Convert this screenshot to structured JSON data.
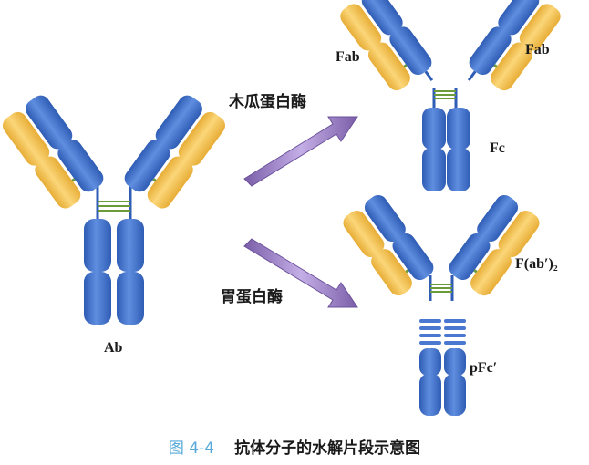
{
  "labels": {
    "papain": "木瓜蛋白酶",
    "pepsin": "胃蛋白酶",
    "ab": "Ab",
    "fab_left": "Fab",
    "fab_right": "Fab",
    "fc": "Fc",
    "fab2": "F(ab′)₂",
    "pfc": "pFc′"
  },
  "caption": {
    "number": "图 4-4",
    "text": "抗体分子的水解片段示意图"
  },
  "colors": {
    "heavy_chain": "#3f6fc8",
    "light_chain": "#f1c35a",
    "hinge_bridge": "#6a9a3a",
    "arrow": "#9b7fc4",
    "caption_number": "#56a9d8"
  }
}
